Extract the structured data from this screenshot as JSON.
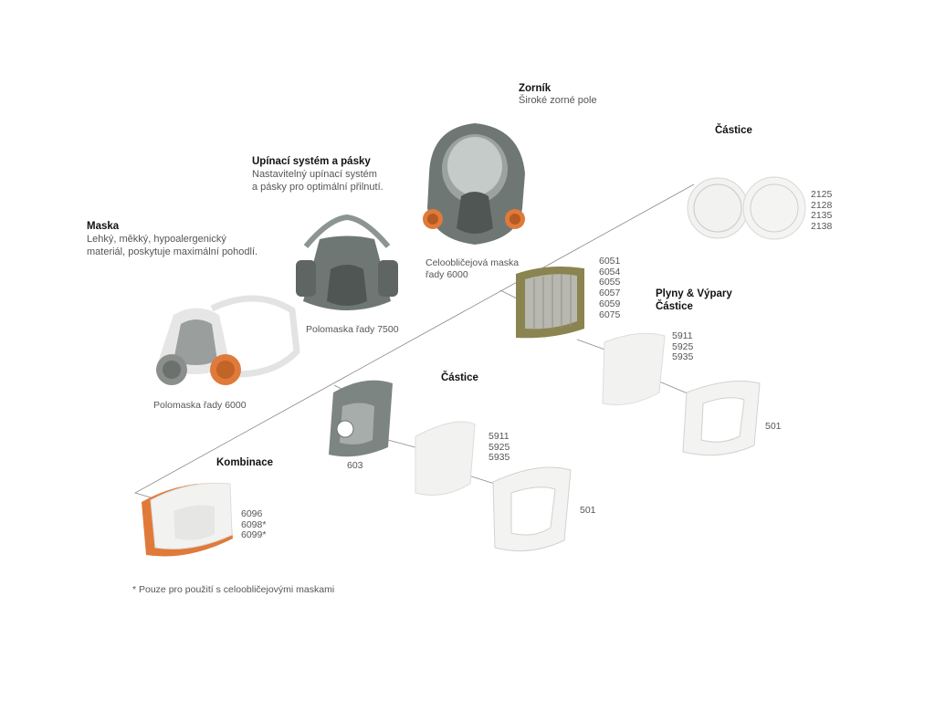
{
  "visor": {
    "title": "Zorník",
    "desc": "Široké zorné pole"
  },
  "straps": {
    "title": "Upínací systém a pásky",
    "desc": "Nastavitelný upínací systém\na pásky pro optimální přilnutí."
  },
  "mask": {
    "title": "Maska",
    "desc": "Lehký, měkký, hypoalergenický\nmateriál, poskytuje maximální pohodlí."
  },
  "products": {
    "full_face": "Celoobličejová maska\nřady 6000",
    "half_7500": "Polomaska řady 7500",
    "half_6000": "Polomaska řady 6000"
  },
  "particles_top": {
    "title": "Částice",
    "codes": [
      "2125",
      "2128",
      "2135",
      "2138"
    ]
  },
  "gas_cartridges": {
    "codes": [
      "6051",
      "6054",
      "6055",
      "6057",
      "6059",
      "6075"
    ]
  },
  "gas_particles": {
    "title": "Plyny & Výpary\nČástice",
    "codes": [
      "5911",
      "5925",
      "5935"
    ],
    "retainer": "501"
  },
  "particles_mid": {
    "title": "Částice",
    "adapter": "603",
    "codes": [
      "5911",
      "5925",
      "5935"
    ],
    "retainer": "501"
  },
  "combination": {
    "title": "Kombinace",
    "codes": [
      "6096",
      "6098*",
      "6099*"
    ]
  },
  "footnote": "* Pouze pro použití s celoobličejovými maskami",
  "colors": {
    "mask_grey": "#6f7774",
    "filter_orange": "#e07a3a",
    "filter_white": "#f2f2f0",
    "cartridge_olive": "#8a8450",
    "line": "#8a8a8a"
  }
}
